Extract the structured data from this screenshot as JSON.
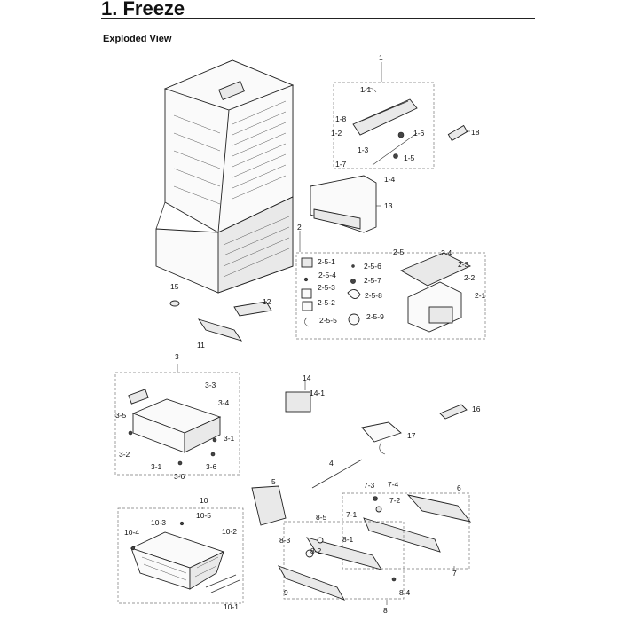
{
  "header": {
    "title": "1. Freeze",
    "subtitle": "Exploded View"
  },
  "labels": {
    "l1": "1",
    "l1_1": "1-1",
    "l1_2": "1-2",
    "l1_3": "1-3",
    "l1_4": "1-4",
    "l1_5": "1-5",
    "l1_6": "1-6",
    "l1_7": "1-7",
    "l1_8": "1-8",
    "l18": "18",
    "l13": "13",
    "l2": "2",
    "l2_1": "2-1",
    "l2_2": "2-2",
    "l2_3": "2-3",
    "l2_4": "2-4",
    "l2_5": "2-5",
    "l2_5_1": "2-5-1",
    "l2_5_2": "2-5-2",
    "l2_5_3": "2-5-3",
    "l2_5_4": "2-5-4",
    "l2_5_5": "2-5-5",
    "l2_5_6": "2-5-6",
    "l2_5_7": "2-5-7",
    "l2_5_8": "2-5-8",
    "l2_5_9": "2-5-9",
    "l15": "15",
    "l12": "12",
    "l11": "11",
    "l3": "3",
    "l3_1a": "3-1",
    "l3_1b": "3-1",
    "l3_2": "3-2",
    "l3_3": "3-3",
    "l3_4": "3-4",
    "l3_5": "3-5",
    "l3_6a": "3-6",
    "l3_6b": "3-6",
    "l14": "14",
    "l14_1": "14-1",
    "l16": "16",
    "l17": "17",
    "l4": "4",
    "l5": "5",
    "l6": "6",
    "l7": "7",
    "l7_1": "7-1",
    "l7_2": "7-2",
    "l7_3": "7-3",
    "l7_4": "7-4",
    "l8": "8",
    "l8_1": "8-1",
    "l8_2": "8-2",
    "l8_3": "8-3",
    "l8_4": "8-4",
    "l8_5": "8-5",
    "l9": "9",
    "l10": "10",
    "l10_1": "10-1",
    "l10_2": "10-2",
    "l10_3": "10-3",
    "l10_4": "10-4",
    "l10_5": "10-5"
  }
}
